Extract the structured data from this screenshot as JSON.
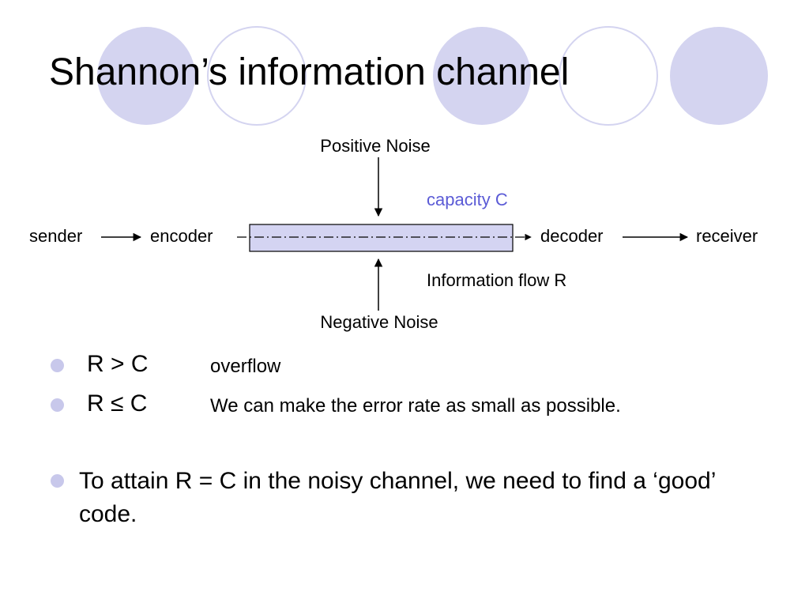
{
  "slide": {
    "title": "Shannon’s information channel"
  },
  "diagram": {
    "positive_noise": "Positive Noise",
    "negative_noise": "Negative Noise",
    "capacity": "capacity C",
    "information_flow": "Information flow R",
    "sender": "sender",
    "encoder": "encoder",
    "decoder": "decoder",
    "receiver": "receiver",
    "channel_fill": "#d4d4f2",
    "capacity_color": "#5b5bd6"
  },
  "bullets": [
    {
      "formula": "R > C",
      "description": "overflow"
    },
    {
      "formula": "R ≤ C",
      "description": "We can make the error rate as small as possible."
    },
    {
      "text": " To attain R = C in the noisy channel, we need to find a ‘good’ code."
    }
  ],
  "colors": {
    "circle_fill": "#d4d4f0",
    "circle_outline": "#d4d4f0",
    "bullet": "#c8c8eb"
  }
}
